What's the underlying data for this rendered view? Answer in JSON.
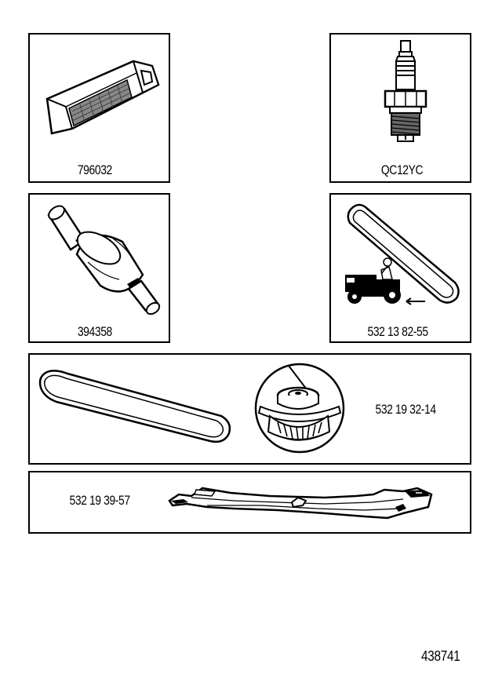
{
  "parts": {
    "air_filter": {
      "part_number": "796032"
    },
    "spark_plug": {
      "part_number": "QC12YC"
    },
    "fuel_filter": {
      "part_number": "394358"
    },
    "drive_belt": {
      "part_number": "532 13 82-55"
    },
    "mower_belt_pulley": {
      "part_number": "532 19 32-14"
    },
    "blade": {
      "part_number": "532 19 39-57"
    }
  },
  "reference": {
    "id": "438741"
  }
}
